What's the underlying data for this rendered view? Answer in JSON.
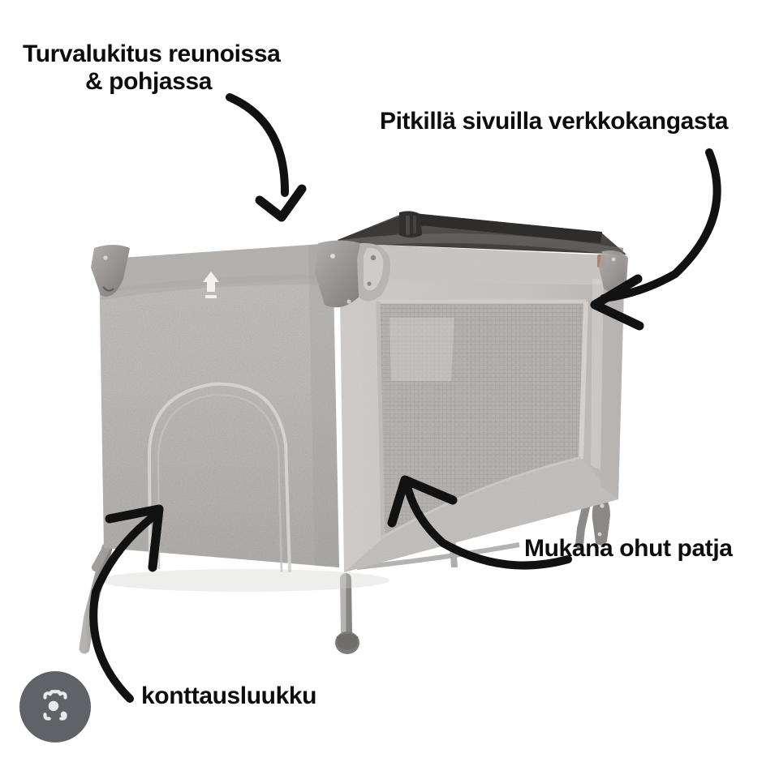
{
  "image": {
    "type": "annotated-product-photo",
    "subject": "harmaa matkasänky / matkapinnasänky",
    "background_color": "#ffffff",
    "product_colors": {
      "fabric_light": "#d8d5d1",
      "fabric_mid": "#bab7b4",
      "fabric_dark": "#8f8d8b",
      "interior_shadow": "#4a4846",
      "plastic_corner": "#9a9795",
      "leg_metal": "#a3a19f",
      "foot_rubber": "#7a7876",
      "mesh_panel": "#b3b1ae",
      "brand_tag": "#9c6b4f"
    }
  },
  "annotations": [
    {
      "id": "lock",
      "label": "Turvalukitus reunoissa\n& pohjassa",
      "line1": "Turvalukitus reunoissa",
      "line2": "& pohjassa",
      "arrow": "curved-arrow-down"
    },
    {
      "id": "mesh",
      "label": "Pitkillä sivuilla verkkokangasta",
      "arrow": "curved-arrow-left"
    },
    {
      "id": "mattress",
      "label": "Mukana ohut patja",
      "arrow": "curved-arrow-up-left"
    },
    {
      "id": "hatch",
      "label": "konttausluukku",
      "arrow": "curved-arrow-up-left"
    }
  ],
  "overlay": {
    "lens_button": {
      "icon": "google-lens-icon",
      "background_color": "#5f6368",
      "icon_color": "#e8eaed"
    }
  }
}
